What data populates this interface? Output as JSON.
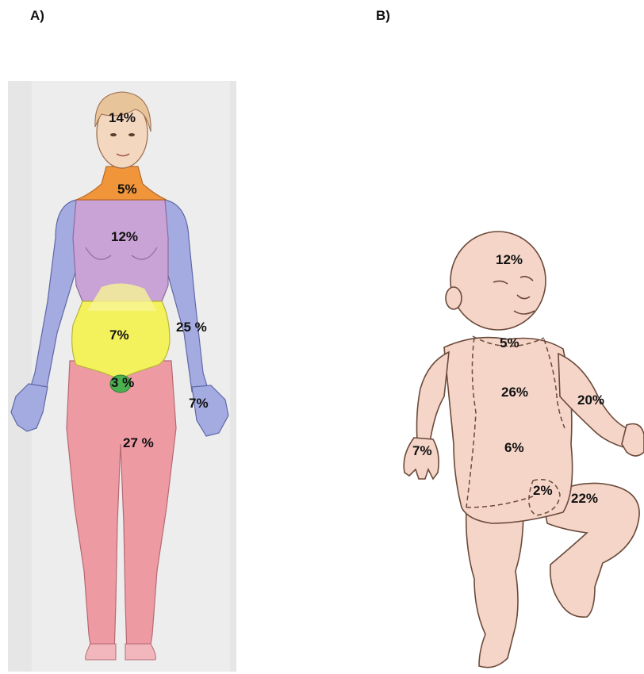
{
  "panels": {
    "a": {
      "label": "A)",
      "regions": {
        "head": "14%",
        "neck": "5%",
        "trunk": "12%",
        "abdomen": "7%",
        "arms": "25 %",
        "hands": "7%",
        "genitals": "3 %",
        "legs": "27 %"
      },
      "colors": {
        "head": "#f4d7bf",
        "neck": "#f0953a",
        "trunk": "#c9a3d6",
        "abdomen": "#f4f25c",
        "arms": "#a3abe0",
        "genitals": "#4caf50",
        "legs": "#ee9aa3"
      }
    },
    "b": {
      "label": "B)",
      "regions": {
        "head": "12%",
        "neck": "5%",
        "trunk": "26%",
        "arms": "20%",
        "hands": "7%",
        "abdomen": "6%",
        "genitals": "2%",
        "legs": "22%"
      },
      "colors": {
        "skin": "#f5d5c8",
        "outline": "#6b4a3a"
      }
    }
  }
}
